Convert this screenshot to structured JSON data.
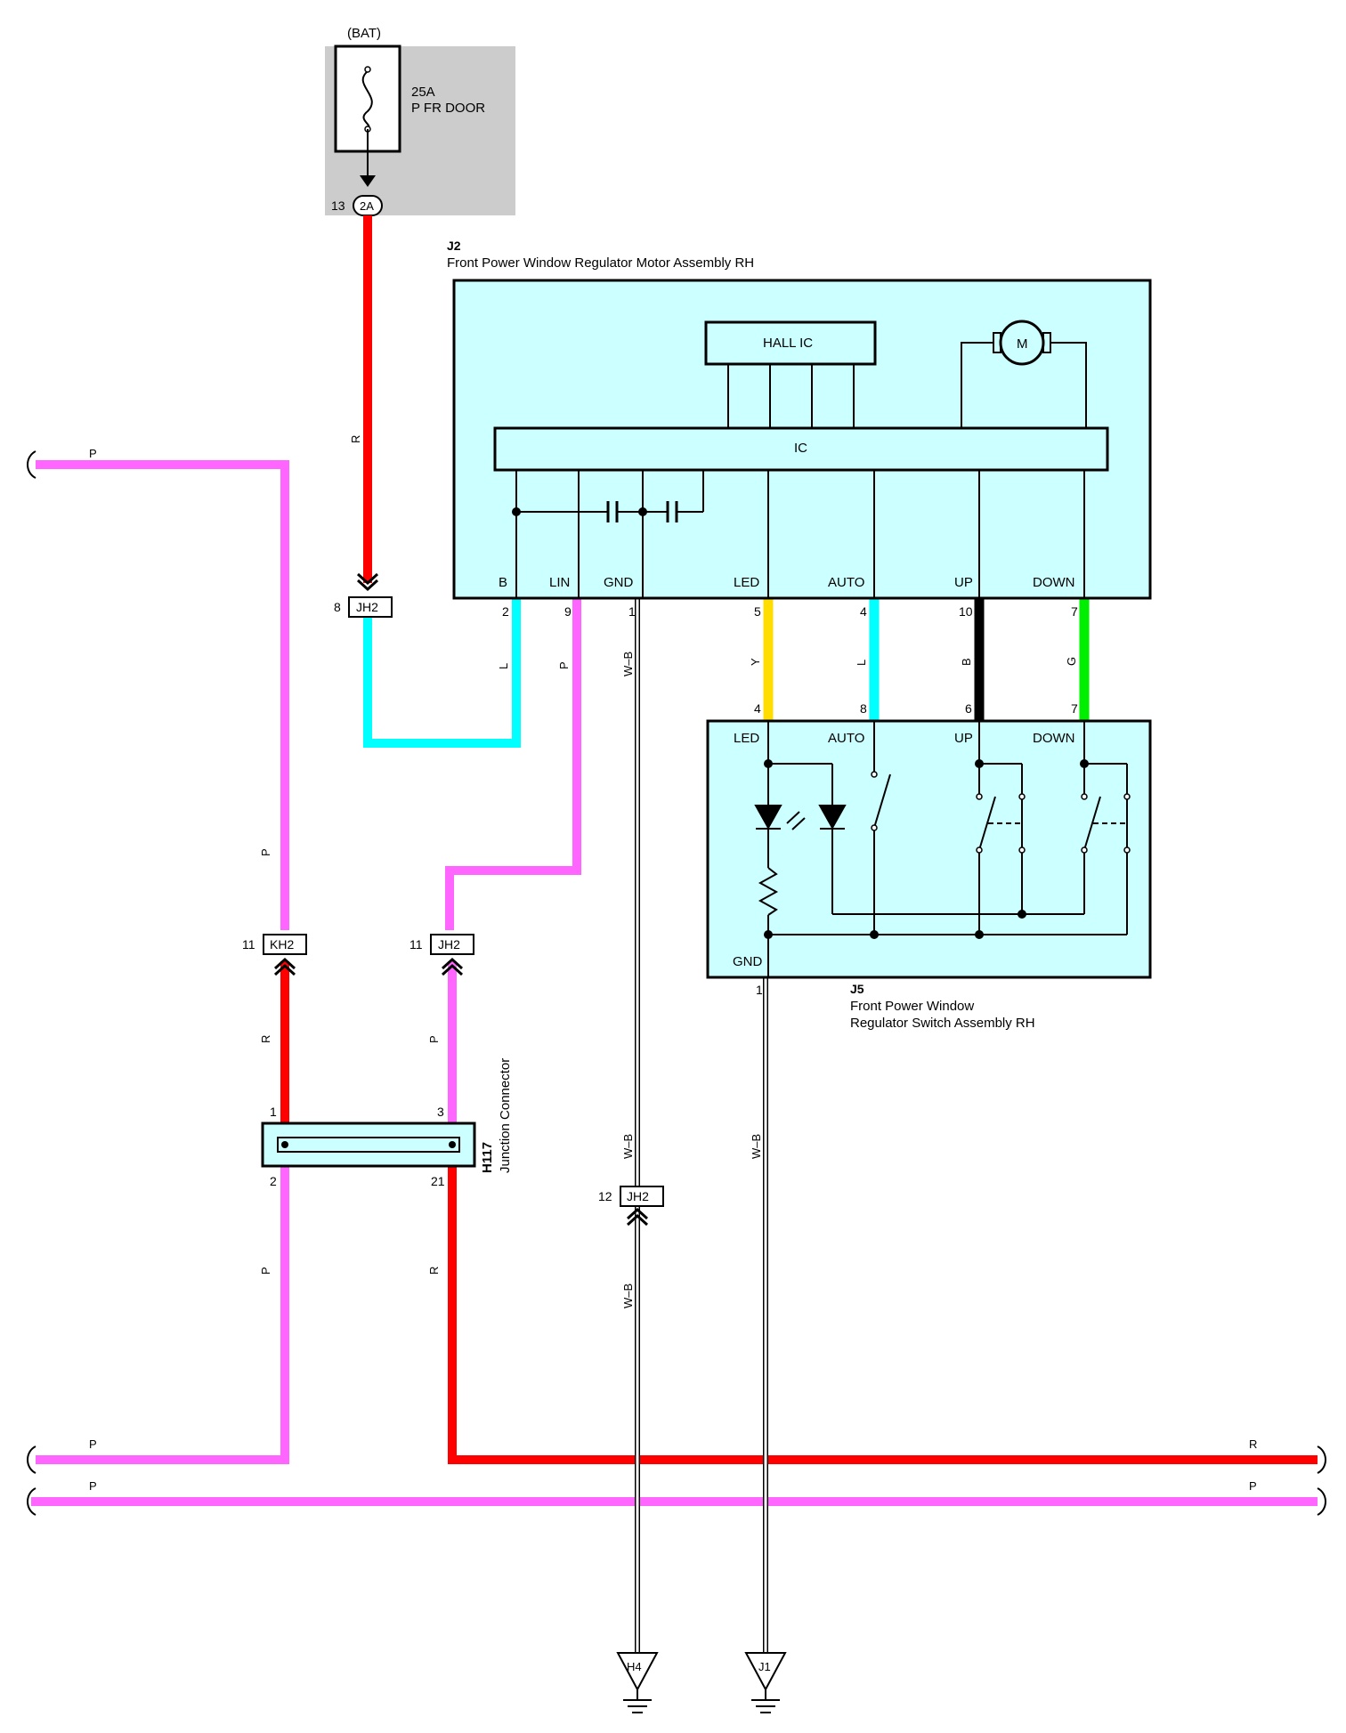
{
  "fuse": {
    "source": "(BAT)",
    "rating": "25A",
    "name": "P FR DOOR",
    "pin": "13",
    "connector": "2A"
  },
  "motor": {
    "id": "J2",
    "title": "Front Power Window Regulator Motor Assembly RH",
    "hall_ic": "HALL IC",
    "ic": "IC",
    "motor_symbol": "M",
    "terminals": [
      "B",
      "LIN",
      "GND",
      "LED",
      "AUTO",
      "UP",
      "DOWN"
    ],
    "pins": [
      "2",
      "9",
      "1",
      "5",
      "4",
      "10",
      "7"
    ]
  },
  "switch": {
    "id": "J5",
    "title_line1": "Front Power Window",
    "title_line2": "Regulator Switch Assembly RH",
    "terminals": [
      "LED",
      "AUTO",
      "UP",
      "DOWN"
    ],
    "pins": [
      "4",
      "8",
      "6",
      "7"
    ],
    "gnd_label": "GND",
    "gnd_pin": "1"
  },
  "junction": {
    "id": "H117",
    "name": "Junction Connector",
    "pins": [
      "1",
      "3",
      "2",
      "21"
    ]
  },
  "connectors": [
    {
      "pin": "8",
      "name": "JH2"
    },
    {
      "pin": "11",
      "name": "KH2"
    },
    {
      "pin": "11",
      "name": "JH2"
    },
    {
      "pin": "12",
      "name": "JH2"
    }
  ],
  "grounds": [
    "H4",
    "J1"
  ],
  "wire_codes": {
    "red": "R",
    "pink": "P",
    "blue": "L",
    "yellow": "Y",
    "black": "B",
    "green": "G",
    "white_black": "W–B"
  },
  "colors": {
    "red": "#ff0000",
    "pink": "#ff66ff",
    "blue": "#00ffff",
    "yellow": "#ffdd00",
    "black": "#000000",
    "green": "#00ee00",
    "component_fill": "#ccffff",
    "fuse_box_fill": "#cccccc"
  }
}
